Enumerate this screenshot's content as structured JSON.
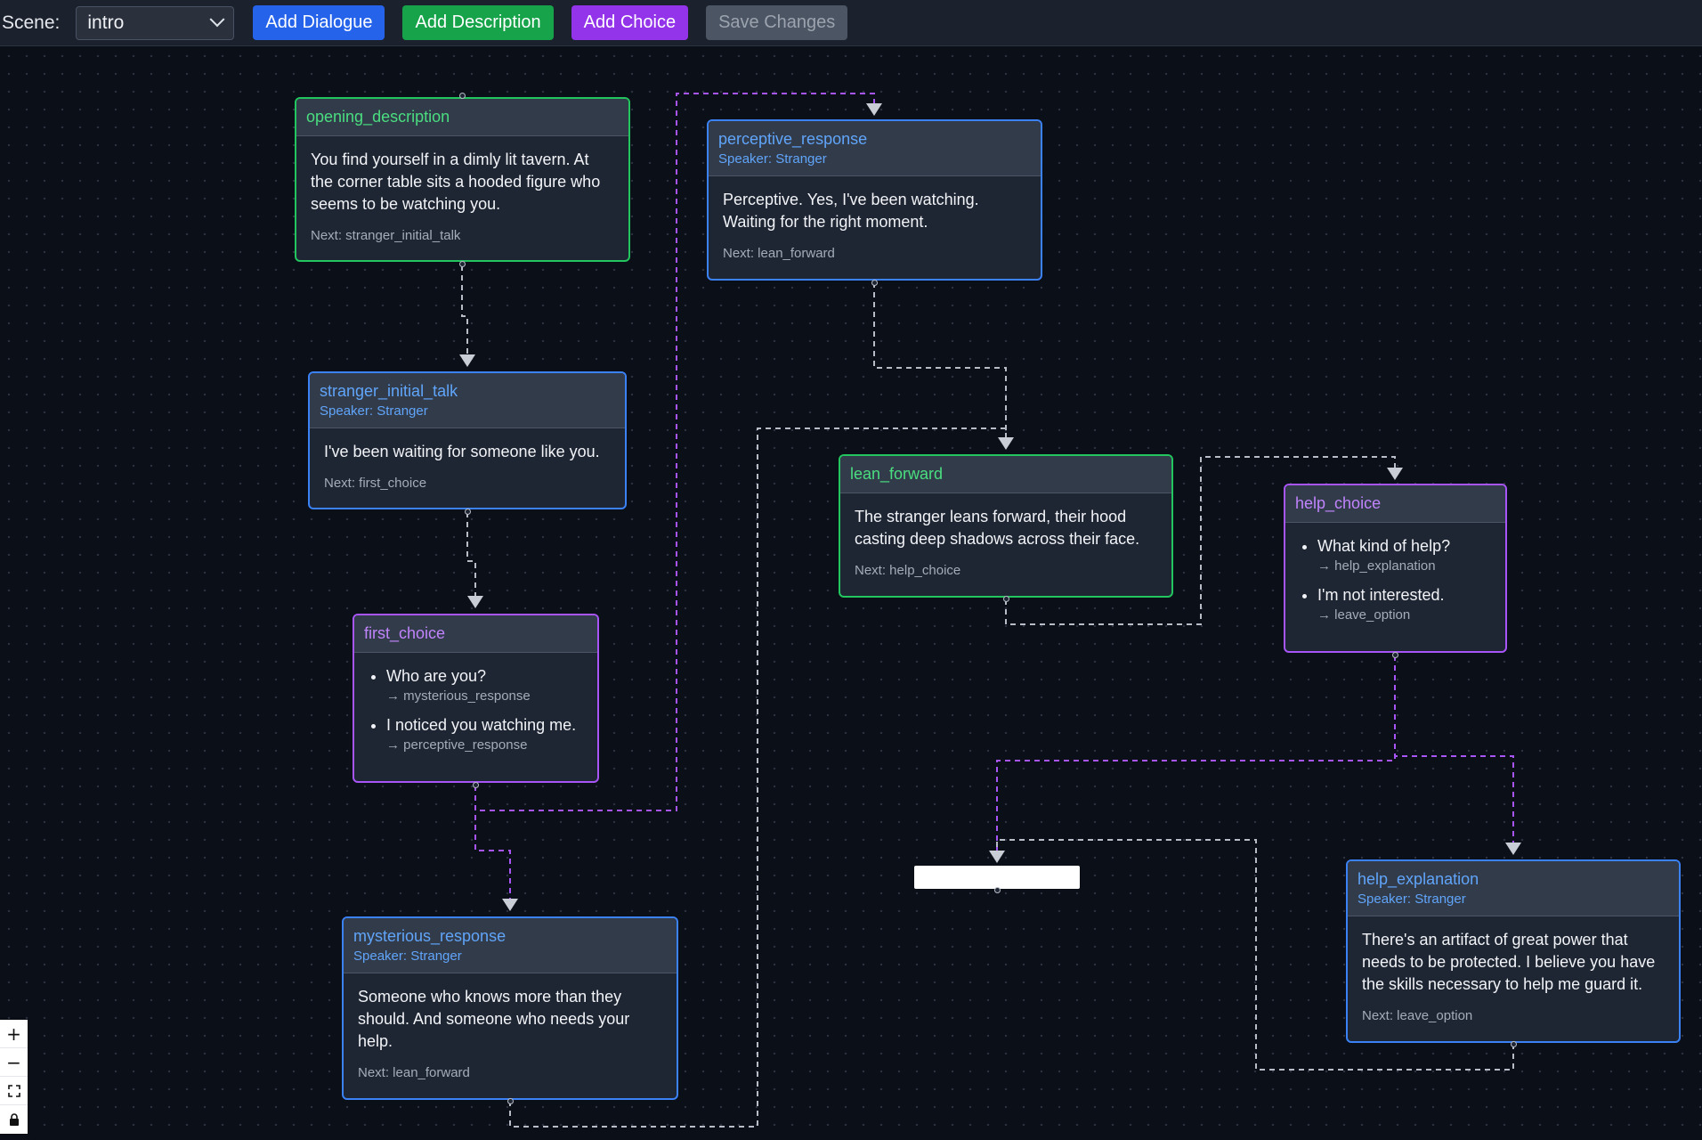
{
  "toolbar": {
    "scene_label": "Scene:",
    "scene_value": "intro",
    "buttons": {
      "add_dialogue": "Add Dialogue",
      "add_description": "Add Description",
      "add_choice": "Add Choice",
      "save_changes": "Save Changes"
    }
  },
  "nodes": {
    "opening_description": {
      "title": "opening_description",
      "text": "You find yourself in a dimly lit tavern. At the corner table sits a hooded figure who seems to be watching you.",
      "next": "Next: stranger_initial_talk"
    },
    "stranger_initial_talk": {
      "title": "stranger_initial_talk",
      "speaker": "Speaker: Stranger",
      "text": "I've been waiting for someone like you.",
      "next": "Next: first_choice"
    },
    "first_choice": {
      "title": "first_choice",
      "choices": [
        {
          "text": "Who are you?",
          "target": "→ mysterious_response"
        },
        {
          "text": "I noticed you watching me.",
          "target": "→ perceptive_response"
        }
      ]
    },
    "mysterious_response": {
      "title": "mysterious_response",
      "speaker": "Speaker: Stranger",
      "text": "Someone who knows more than they should. And someone who needs your help.",
      "next": "Next: lean_forward"
    },
    "perceptive_response": {
      "title": "perceptive_response",
      "speaker": "Speaker: Stranger",
      "text": "Perceptive. Yes, I've been watching. Waiting for the right moment.",
      "next": "Next: lean_forward"
    },
    "lean_forward": {
      "title": "lean_forward",
      "text": "The stranger leans forward, their hood casting deep shadows across their face.",
      "next": "Next: help_choice"
    },
    "help_choice": {
      "title": "help_choice",
      "choices": [
        {
          "text": "What kind of help?",
          "target": "→ help_explanation"
        },
        {
          "text": "I'm not interested.",
          "target": "→ leave_option"
        }
      ]
    },
    "help_explanation": {
      "title": "help_explanation",
      "speaker": "Speaker: Stranger",
      "text": "There's an artifact of great power that needs to be protected. I believe you have the skills necessary to help me guard it.",
      "next": "Next: leave_option"
    }
  },
  "zoom_controls": {
    "zoom_in": "+",
    "zoom_out": "−",
    "fit_icon": "fit-view-icon",
    "lock_icon": "lock-icon"
  },
  "colors": {
    "description": "#22c55e",
    "dialogue": "#3b82f6",
    "choice": "#a855f7",
    "edge_default": "#b7bcc6",
    "edge_choice": "#a855f7"
  }
}
